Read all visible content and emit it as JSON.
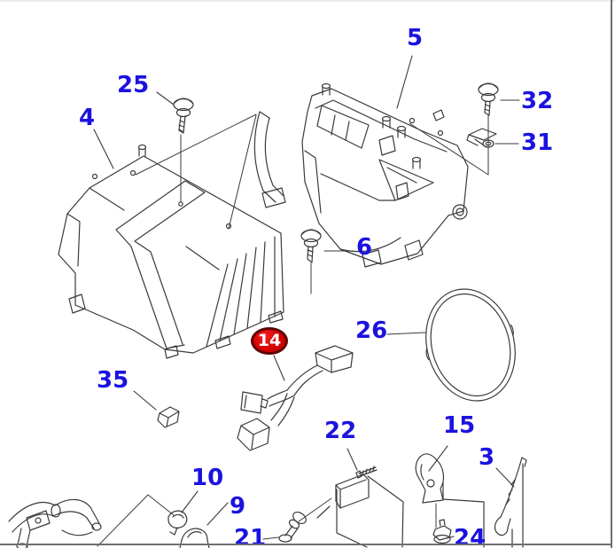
{
  "figure": {
    "type": "exploded-parts-diagram",
    "description": "line-art parts diagram with numbered callouts",
    "selected_part": "14"
  },
  "colors": {
    "background": "#ffffff",
    "line_art": "#3a3a3a",
    "callout_blue": "#1b12e0",
    "badge_fill": "#d40000",
    "badge_border": "#600202",
    "badge_text": "#ffffff",
    "frame_gray": "#6f6f6f",
    "top_band": "#ececec"
  },
  "badge": {
    "text": "14"
  },
  "labels": [
    {
      "text": "25"
    },
    {
      "text": "4"
    },
    {
      "text": "5"
    },
    {
      "text": "32"
    },
    {
      "text": "31"
    },
    {
      "text": "6"
    },
    {
      "text": "26"
    },
    {
      "text": "35"
    },
    {
      "text": "22"
    },
    {
      "text": "15"
    },
    {
      "text": "3"
    },
    {
      "text": "10"
    },
    {
      "text": "9"
    },
    {
      "text": "21"
    },
    {
      "text": "24"
    }
  ]
}
